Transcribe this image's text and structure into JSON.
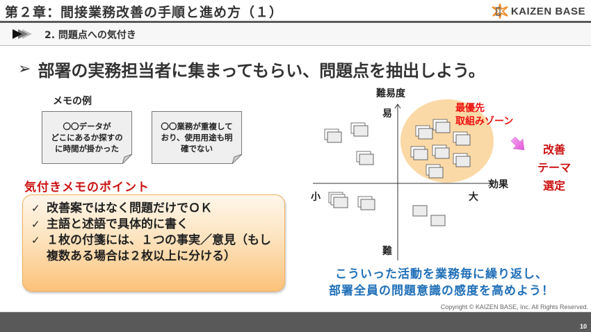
{
  "header": {
    "title": "第２章：間接業務改善の手順と進め方（１）",
    "logo_text": "KAIZEN BASE",
    "logo_icon": "kaizen-star-logo-icon"
  },
  "subheader": {
    "arrows_icon": "triple-arrow-icon",
    "title": "2. 問題点への気付き"
  },
  "headline": {
    "bullet": "➢",
    "text": "部署の実務担当者に集まってもらい、問題点を抽出しよう。"
  },
  "memo_examples": {
    "heading": "メモの例",
    "memos": [
      {
        "lines": [
          "〇〇データが",
          "どこにあるか探すの",
          "に時間が掛かった"
        ]
      },
      {
        "lines": [
          "〇〇業務が重複して",
          "おり、使用用途も明",
          "確でない"
        ]
      }
    ]
  },
  "points": {
    "heading": "気付きメモのポイント",
    "check_glyph": "✓",
    "items": [
      "改善案ではなく問題だけでＯＫ",
      "主語と述語で具体的に書く",
      "１枚の付箋には、１つの事実／意見（もし複数ある場合は２枚以上に分ける）"
    ]
  },
  "matrix": {
    "y_axis_title": "難易度",
    "y_top": "易",
    "y_bottom": "難",
    "x_axis_title": "効果",
    "x_left": "小",
    "x_right": "大",
    "zone_label_line1": "最優先",
    "zone_label_line2": "取組みゾーン",
    "zone_color": "#fbd9a6"
  },
  "result": {
    "lines": [
      "改善",
      "テーマ",
      "選定"
    ],
    "arrow_icon": "pink-arrow-down-right-icon"
  },
  "closing": {
    "line1": "こういった活動を業務毎に繰り返し、",
    "line2": "部署全員の問題意識の感度を高めよう！"
  },
  "footer": {
    "copyright": "Copyright ©  KAIZEN BASE, Inc.  All Rights Reserved.",
    "page": "10"
  },
  "colors": {
    "accent_red": "#cc1111",
    "closing_blue": "#1f6fb8",
    "footer_bg": "#595959",
    "logo_orange": "#f08a24"
  }
}
